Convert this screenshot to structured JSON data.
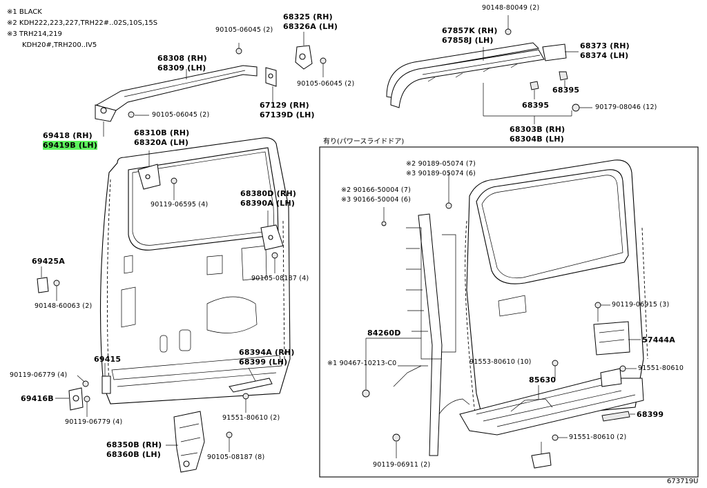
{
  "notes": {
    "n1": "※1 BLACK",
    "n2": "※2 KDH222,223,227,TRH22#..02S,10S,15S",
    "n3": "※3 TRH214,219",
    "n3b": "KDH20#,TRH200..IV5"
  },
  "inset_title": "有り(パワースライドドア)",
  "diagram_code": "673719U",
  "labels": {
    "p90148_80049": "90148-80049 (2)",
    "p68325": "68325 (RH)",
    "p68326A": "68326A (LH)",
    "p90105_06045_a": "90105-06045 (2)",
    "p67857K": "67857K (RH)",
    "p67858J": "67858J (LH)",
    "p68373": "68373 (RH)",
    "p68374": "68374 (LH)",
    "p68308": "68308 (RH)",
    "p68309": "68309 (LH)",
    "p90105_06045_b": "90105-06045 (2)",
    "p68395_a": "68395",
    "p67129": "67129 (RH)",
    "p67139D": "67139D (LH)",
    "p90105_06045_c": "90105-06045 (2)",
    "p68395_b": "68395",
    "p90179_08046": "90179-08046 (12)",
    "p69418": "69418 (RH)",
    "p69419B": "69419B (LH)",
    "p68310B": "68310B (RH)",
    "p68320A": "68320A (LH)",
    "p68303B": "68303B (RH)",
    "p68304B": "68304B (LH)",
    "p90119_06595": "90119-06595 (4)",
    "p68380D": "68380D (RH)",
    "p68390A": "68390A (LH)",
    "p69425A": "69425A",
    "p90105_08187_a": "90105-08187 (4)",
    "p90148_60063": "90148-60063 (2)",
    "p69415": "69415",
    "p68394A": "68394A (RH)",
    "p68399_a": "68399 (LH)",
    "p90119_06779_a": "90119-06779 (4)",
    "p69416B": "69416B",
    "p90119_06779_b": "90119-06779 (4)",
    "p91551_80610_a": "91551-80610 (2)",
    "p68350B": "68350B (RH)",
    "p68360B": "68360B (LH)",
    "p90105_08187_b": "90105-08187 (8)",
    "p90189_05074_2": "※2 90189-05074 (7)",
    "p90189_05074_3": "※3 90189-05074 (6)",
    "p90166_50004_2": "※2 90166-50004 (7)",
    "p90166_50004_3": "※3 90166-50004 (6)",
    "p90119_06915": "90119-06915 (3)",
    "p57444A": "57444A",
    "p84260D": "84260D",
    "p90467_10213": "※1 90467-10213-C0",
    "p91553_80610": "91553-80610 (10)",
    "p91551_80610_b": "91551-80610",
    "p85630": "85630",
    "p68399_b": "68399",
    "p91551_80610_c": "91551-80610 (2)",
    "p90119_06911": "90119-06911 (2)"
  }
}
